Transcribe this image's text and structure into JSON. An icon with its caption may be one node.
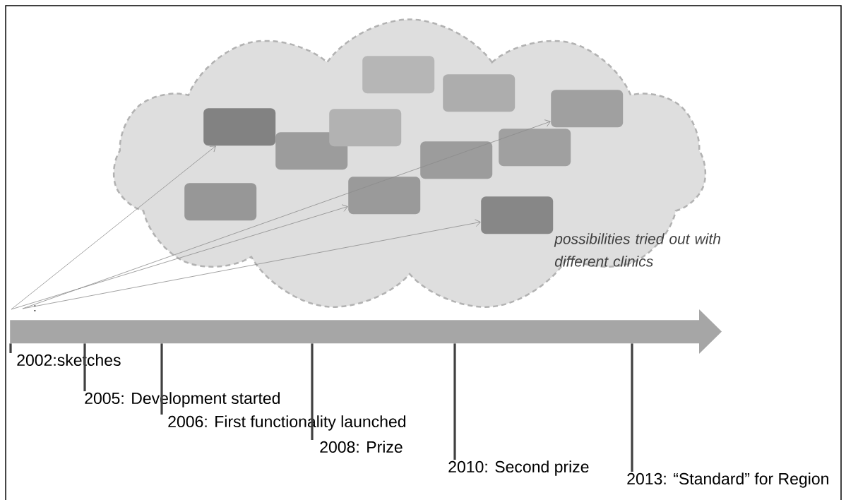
{
  "diagram": {
    "nodes": [
      {
        "text": [],
        "shape": "cloud",
        "beside": [
          "possibilities tried out with different clinics"
        ]
      },
      {
        "text": [],
        "shape": "box",
        "in": 0
      },
      {
        "text": [],
        "shape": "box",
        "in": 0
      },
      {
        "text": [],
        "shape": "box",
        "in": 0
      },
      {
        "text": [],
        "shape": "box",
        "in": 0
      },
      {
        "text": [],
        "shape": "box",
        "in": 0
      },
      {
        "text": [],
        "shape": "box",
        "in": 0
      },
      {
        "text": [],
        "shape": "box",
        "in": 0
      },
      {
        "text": [],
        "shape": "box",
        "in": 0
      },
      {
        "text": [],
        "shape": "box",
        "in": 0
      },
      {
        "text": [],
        "shape": "box",
        "in": 0
      },
      {
        "text": [],
        "shape": "box",
        "in": 0
      },
      {
        "text": [],
        "shape": "arrow"
      },
      {
        "text": [
          "2002:sketches"
        ]
      },
      {
        "text": [
          "2005: Development started"
        ]
      },
      {
        "text": [
          "2006: First functionality launched"
        ]
      },
      {
        "text": [
          "2008: Prize"
        ]
      },
      {
        "text": [
          "2010: Second prize"
        ]
      },
      {
        "text": [
          "2013: “Standard” for Region"
        ]
      }
    ],
    "edges": [
      {
        "from": null,
        "to": 2,
        "arrow": "to",
        "color": "#8c8c8c"
      },
      {
        "from": null,
        "to": 11,
        "arrow": "to",
        "color": "#8c8c8c"
      },
      {
        "from": null,
        "to": 5,
        "arrow": "to",
        "color": "#8c8c8c"
      },
      {
        "from": null,
        "to": 9,
        "arrow": "to",
        "color": "#8c8c8c"
      },
      {
        "from": 13,
        "to": 12,
        "arrow": "none"
      },
      {
        "from": 14,
        "to": 12,
        "arrow": "none"
      },
      {
        "from": 15,
        "to": 12,
        "arrow": "none"
      },
      {
        "from": 16,
        "to": 12,
        "arrow": "none"
      },
      {
        "from": 17,
        "to": 12,
        "arrow": "none"
      },
      {
        "from": 18,
        "to": 12,
        "arrow": "none"
      }
    ],
    "labels": [
      ":"
    ]
  }
}
